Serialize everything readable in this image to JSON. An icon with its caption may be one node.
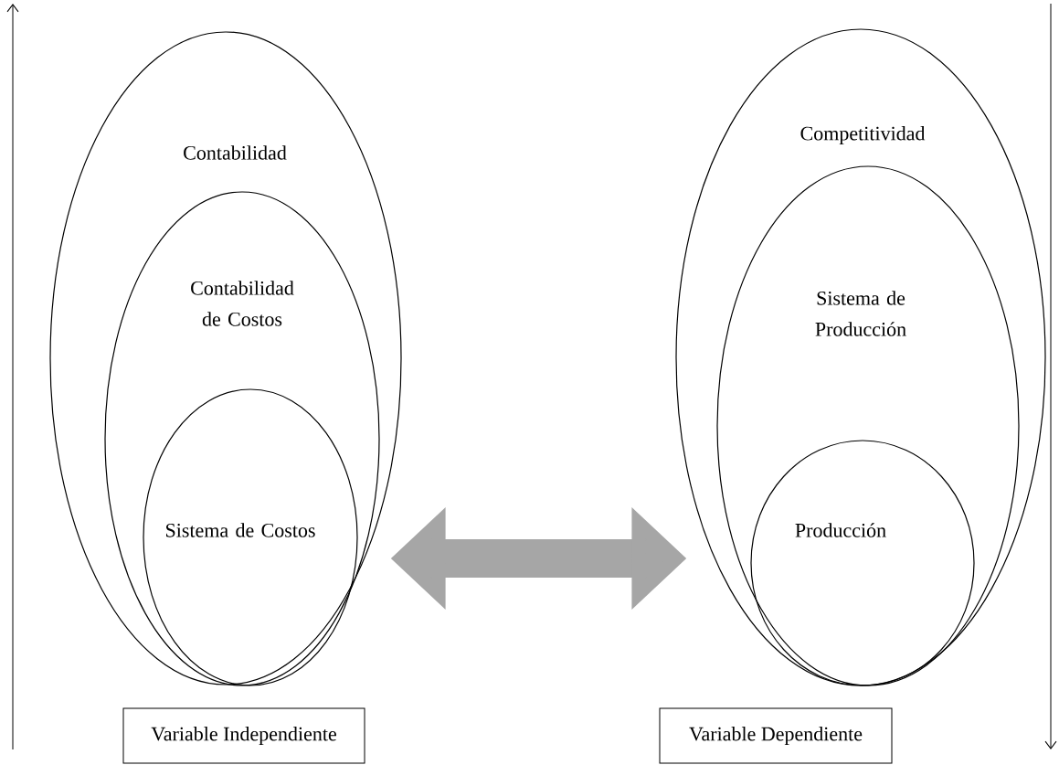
{
  "diagram": {
    "nodes": [
      {
        "text": [
          "Contabilidad"
        ]
      },
      {
        "text": [
          "Contabilidad de Costos"
        ],
        "in": 0
      },
      {
        "text": [
          "Sistema de Costos"
        ],
        "in": 1
      },
      {
        "text": [
          "Competitividad"
        ]
      },
      {
        "text": [
          "Sistema de Producción"
        ],
        "in": 3
      },
      {
        "text": [
          "Producción"
        ],
        "in": 4
      },
      {
        "text": [
          "Variable Independiente"
        ]
      },
      {
        "text": [
          "Variable Dependiente"
        ]
      }
    ],
    "edges": [
      {
        "from": 0,
        "to": 3,
        "arrow": "both"
      }
    ]
  }
}
